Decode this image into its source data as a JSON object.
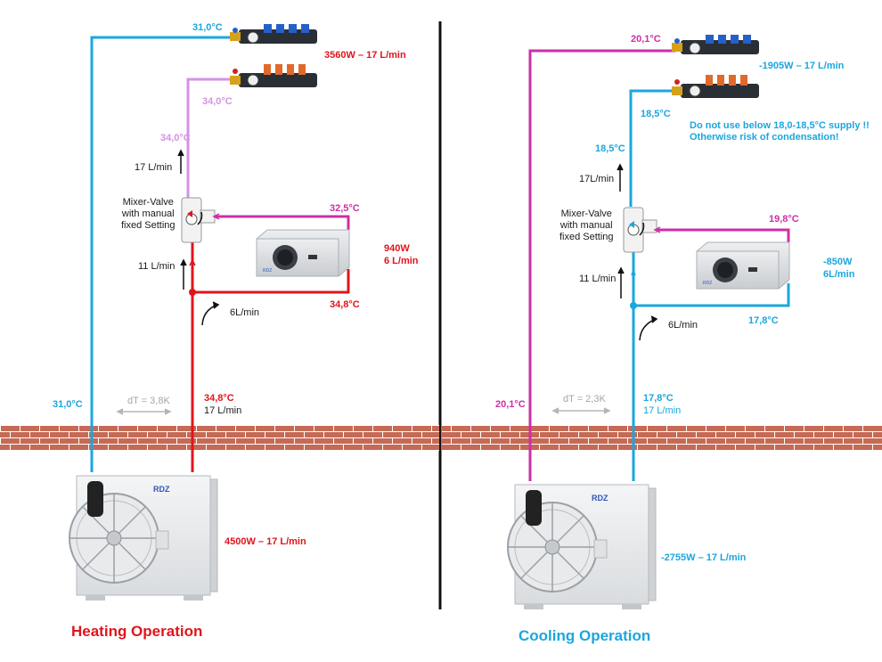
{
  "colors": {
    "hot": "#e0141b",
    "cold": "#1ba6de",
    "mixed": "#cc2fa6",
    "light_mixed": "#d592e6",
    "brick": "#c56a55",
    "mortar": "#ffffff"
  },
  "heating": {
    "title": "Heating Operation",
    "return_temp_top": "31,0°C",
    "manifold_power": "3560W – 17 L/min",
    "manifold_supply_temp": "34,0°C",
    "riser_temp": "34,0°C",
    "flow_upper": "17 L/min",
    "mixer_label": [
      "Mixer-Valve",
      "with manual",
      "fixed Setting"
    ],
    "bypass_temp": "32,5°C",
    "fancoil_power": "940W",
    "fancoil_flow": "6 L/min",
    "flow_lower": "11 L/min",
    "fancoil_supply_temp": "34,8°C",
    "bypass_flow": "6L/min",
    "return_temp_bottom": "31,0°C",
    "delta_t": "dT = 3,8K",
    "supply_temp": "34,8°C",
    "supply_flow": "17 L/min",
    "heatpump_power": "4500W – 17 L/min"
  },
  "cooling": {
    "title": "Cooling Operation",
    "return_temp_top": "20,1°C",
    "manifold_power": "-1905W – 17 L/min",
    "manifold_supply_temp": "18,5°C",
    "warning_line1": "Do not use below 18,0-18,5°C supply !!",
    "warning_line2": "Otherwise risk of condensation!",
    "riser_temp": "18,5°C",
    "flow_upper": "17L/min",
    "mixer_label": [
      "Mixer-Valve",
      "with manual",
      "fixed Setting"
    ],
    "bypass_temp": "19,8°C",
    "fancoil_power": "-850W",
    "fancoil_flow": "6L/min",
    "flow_lower": "11 L/min",
    "bypass_flow": "6L/min",
    "fancoil_supply_temp": "17,8°C",
    "return_temp_bottom": "20,1°C",
    "delta_t": "dT = 2,3K",
    "supply_temp": "17,8°C",
    "supply_flow": "17 L/min",
    "heatpump_power": "-2755W – 17 L/min"
  },
  "brand": "RDZ"
}
